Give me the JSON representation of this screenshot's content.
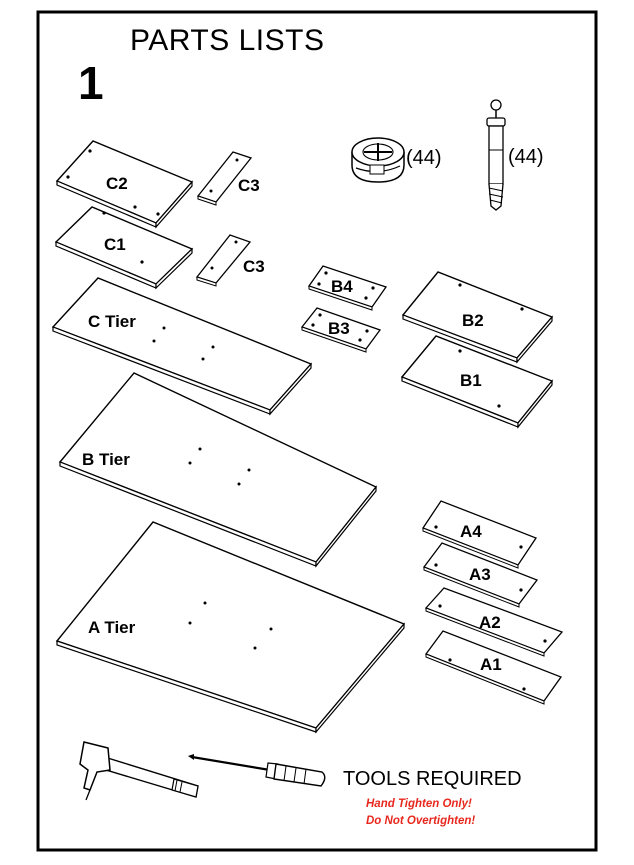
{
  "title": "PARTS LISTS",
  "step_number": "1",
  "hardware": [
    {
      "name": "cam-lock",
      "quantity": "(44)"
    },
    {
      "name": "cam-bolt",
      "quantity": "(44)"
    }
  ],
  "parts": {
    "c2": "C2",
    "c3_top": "C3",
    "c1": "C1",
    "c3_bottom": "C3",
    "c_tier": "C Tier",
    "b4": "B4",
    "b3": "B3",
    "b2": "B2",
    "b1": "B1",
    "b_tier": "B Tier",
    "a4": "A4",
    "a3": "A3",
    "a2": "A2",
    "a1": "A1",
    "a_tier": "A Tier"
  },
  "tools": {
    "heading": "TOOLS REQUIRED",
    "items": [
      "hammer-icon",
      "screwdriver-icon"
    ],
    "note_line1": "Hand Tighten Only!",
    "note_line2": "Do Not Overtighten!"
  },
  "colors": {
    "line": "#000000",
    "note": "#e8281e",
    "background": "#ffffff"
  }
}
